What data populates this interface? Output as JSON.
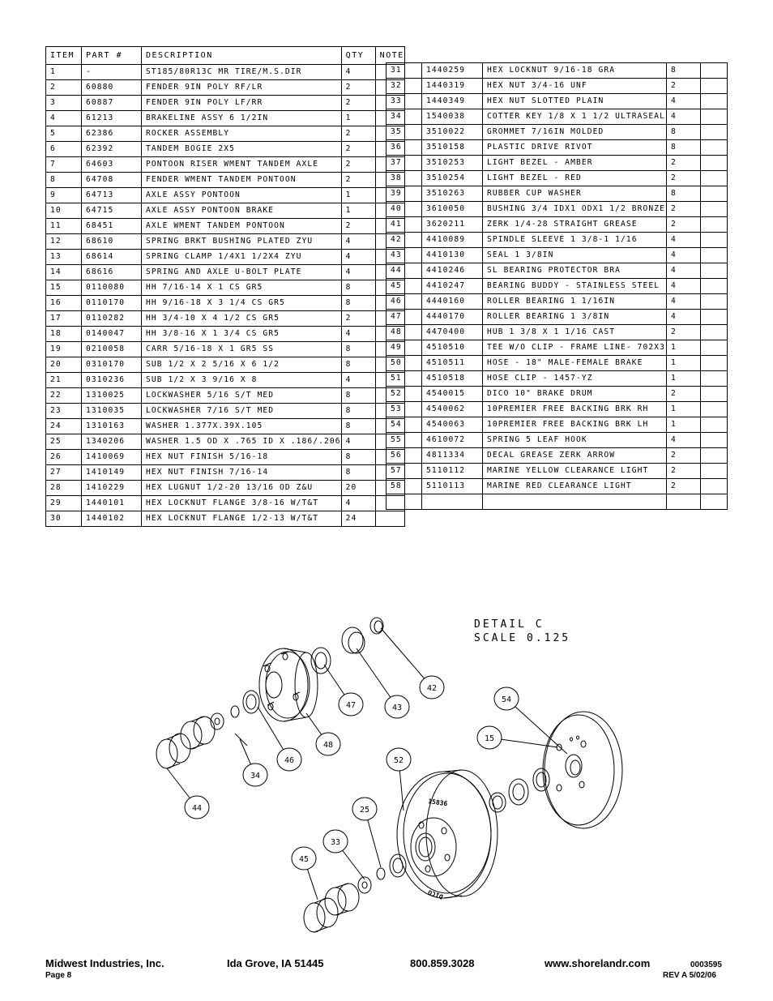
{
  "table": {
    "headers": {
      "item": "ITEM",
      "part": "PART #",
      "desc": "DESCRIPTION",
      "qty": "QTY",
      "note": "NOTE"
    },
    "left_rows": [
      {
        "item": "1",
        "part": "-",
        "desc": "ST185/80R13C MR TIRE/M.S.DIR",
        "qty": "4",
        "note": ""
      },
      {
        "item": "2",
        "part": "60880",
        "desc": "FENDER  9IN POLY RF/LR",
        "qty": "2",
        "note": ""
      },
      {
        "item": "3",
        "part": "60887",
        "desc": "FENDER  9IN POLY LF/RR",
        "qty": "2",
        "note": ""
      },
      {
        "item": "4",
        "part": "61213",
        "desc": "BRAKELINE ASSY  6 1/2IN",
        "qty": "1",
        "note": ""
      },
      {
        "item": "5",
        "part": "62386",
        "desc": "ROCKER ASSEMBLY",
        "qty": "2",
        "note": ""
      },
      {
        "item": "6",
        "part": "62392",
        "desc": "TANDEM BOGIE   2X5",
        "qty": "2",
        "note": ""
      },
      {
        "item": "7",
        "part": "64603",
        "desc": "PONTOON RISER WMENT TANDEM AXLE",
        "qty": "2",
        "note": ""
      },
      {
        "item": "8",
        "part": "64708",
        "desc": "FENDER WMENT TANDEM PONTOON",
        "qty": "2",
        "note": ""
      },
      {
        "item": "9",
        "part": "64713",
        "desc": "AXLE ASSY  PONTOON",
        "qty": "1",
        "note": ""
      },
      {
        "item": "10",
        "part": "64715",
        "desc": "AXLE ASSY  PONTOON BRAKE",
        "qty": "1",
        "note": ""
      },
      {
        "item": "11",
        "part": "68451",
        "desc": "AXLE WMENT   TANDEM PONTOON",
        "qty": "2",
        "note": ""
      },
      {
        "item": "12",
        "part": "68610",
        "desc": "SPRING BRKT BUSHING PLATED ZYU",
        "qty": "4",
        "note": ""
      },
      {
        "item": "13",
        "part": "68614",
        "desc": "SPRING CLAMP   1/4X1 1/2X4  ZYU",
        "qty": "4",
        "note": ""
      },
      {
        "item": "14",
        "part": "68616",
        "desc": "SPRING AND AXLE U-BOLT PLATE",
        "qty": "4",
        "note": ""
      },
      {
        "item": "15",
        "part": "0110080",
        "desc": "HH 7/16-14 X 1 CS GR5",
        "qty": "8",
        "note": ""
      },
      {
        "item": "16",
        "part": "0110170",
        "desc": "HH 9/16-18 X 3 1/4 CS GR5",
        "qty": "8",
        "note": ""
      },
      {
        "item": "17",
        "part": "0110282",
        "desc": "HH 3/4-10 X 4 1/2 CS GR5",
        "qty": "2",
        "note": ""
      },
      {
        "item": "18",
        "part": "0140047",
        "desc": "HH 3/8-16 X 1 3/4 CS GR5",
        "qty": "4",
        "note": ""
      },
      {
        "item": "19",
        "part": "0210058",
        "desc": "CARR 5/16-18 X 1 GR5 SS",
        "qty": "8",
        "note": ""
      },
      {
        "item": "20",
        "part": "0310170",
        "desc": "SUB 1/2 X 2 5/16 X 6 1/2",
        "qty": "8",
        "note": ""
      },
      {
        "item": "21",
        "part": "0310236",
        "desc": "SUB 1/2 X 3 9/16 X 8",
        "qty": "4",
        "note": ""
      },
      {
        "item": "22",
        "part": "1310025",
        "desc": "LOCKWASHER 5/16 S/T MED",
        "qty": "8",
        "note": ""
      },
      {
        "item": "23",
        "part": "1310035",
        "desc": "LOCKWASHER 7/16 S/T MED",
        "qty": "8",
        "note": ""
      },
      {
        "item": "24",
        "part": "1310163",
        "desc": "WASHER 1.377X.39X.105",
        "qty": "8",
        "note": ""
      },
      {
        "item": "25",
        "part": "1340206",
        "desc": "WASHER 1.5 OD X .765 ID X .186/.206",
        "qty": "4",
        "note": ""
      },
      {
        "item": "26",
        "part": "1410069",
        "desc": "HEX NUT FINISH 5/16-18",
        "qty": "8",
        "note": ""
      },
      {
        "item": "27",
        "part": "1410149",
        "desc": "HEX NUT FINISH 7/16-14",
        "qty": "8",
        "note": ""
      },
      {
        "item": "28",
        "part": "1410229",
        "desc": "HEX LUGNUT 1/2-20 13/16 OD Z&U",
        "qty": "20",
        "note": ""
      },
      {
        "item": "29",
        "part": "1440101",
        "desc": "HEX LOCKNUT FLANGE 3/8-16 W/T&T",
        "qty": "4",
        "note": ""
      },
      {
        "item": "30",
        "part": "1440102",
        "desc": "HEX LOCKNUT FLANGE 1/2-13 W/T&T",
        "qty": "24",
        "note": ""
      }
    ],
    "right_rows": [
      {
        "item": "31",
        "part": "1440259",
        "desc": "HEX LOCKNUT 9/16-18 GRA",
        "qty": "8",
        "note": ""
      },
      {
        "item": "32",
        "part": "1440319",
        "desc": "HEX NUT 3/4-16 UNF",
        "qty": "2",
        "note": ""
      },
      {
        "item": "33",
        "part": "1440349",
        "desc": "HEX NUT SLOTTED PLAIN",
        "qty": "4",
        "note": ""
      },
      {
        "item": "34",
        "part": "1540038",
        "desc": "COTTER KEY 1/8 X 1 1/2 ULTRASEAL",
        "qty": "4",
        "note": ""
      },
      {
        "item": "35",
        "part": "3510022",
        "desc": "GROMMET  7/16IN MOLDED",
        "qty": "8",
        "note": ""
      },
      {
        "item": "36",
        "part": "3510158",
        "desc": "PLASTIC DRIVE RIVOT",
        "qty": "8",
        "note": ""
      },
      {
        "item": "37",
        "part": "3510253",
        "desc": "LIGHT BEZEL - AMBER",
        "qty": "2",
        "note": ""
      },
      {
        "item": "38",
        "part": "3510254",
        "desc": "LIGHT BEZEL - RED",
        "qty": "2",
        "note": ""
      },
      {
        "item": "39",
        "part": "3510263",
        "desc": "RUBBER CUP WASHER",
        "qty": "8",
        "note": ""
      },
      {
        "item": "40",
        "part": "3610050",
        "desc": "BUSHING  3/4 IDX1 ODX1 1/2 BRONZE",
        "qty": "2",
        "note": ""
      },
      {
        "item": "41",
        "part": "3620211",
        "desc": "ZERK  1/4-28 STRAIGHT GREASE",
        "qty": "2",
        "note": ""
      },
      {
        "item": "42",
        "part": "4410089",
        "desc": "SPINDLE SLEEVE  1 3/8-1 1/16",
        "qty": "4",
        "note": ""
      },
      {
        "item": "43",
        "part": "4410130",
        "desc": "SEAL  1 3/8IN",
        "qty": "4",
        "note": ""
      },
      {
        "item": "44",
        "part": "4410246",
        "desc": "SL BEARING PROTECTOR BRA",
        "qty": "4",
        "note": ""
      },
      {
        "item": "45",
        "part": "4410247",
        "desc": "BEARING BUDDY - STAINLESS STEEL",
        "qty": "4",
        "note": ""
      },
      {
        "item": "46",
        "part": "4440160",
        "desc": "ROLLER BEARING   1 1/16IN",
        "qty": "4",
        "note": ""
      },
      {
        "item": "47",
        "part": "4440170",
        "desc": "ROLLER BEARING   1 3/8IN",
        "qty": "4",
        "note": ""
      },
      {
        "item": "48",
        "part": "4470400",
        "desc": "HUB   1 3/8 X 1 1/16 CAST",
        "qty": "2",
        "note": ""
      },
      {
        "item": "49",
        "part": "4510510",
        "desc": "TEE W/O CLIP - FRAME LINE- 702X3",
        "qty": "1",
        "note": ""
      },
      {
        "item": "50",
        "part": "4510511",
        "desc": "HOSE - 18\" MALE-FEMALE BRAKE",
        "qty": "1",
        "note": ""
      },
      {
        "item": "51",
        "part": "4510518",
        "desc": "HOSE CLIP - 1457-YZ",
        "qty": "1",
        "note": ""
      },
      {
        "item": "52",
        "part": "4540015",
        "desc": "DICO 10\" BRAKE DRUM",
        "qty": "2",
        "note": ""
      },
      {
        "item": "53",
        "part": "4540062",
        "desc": "10PREMIER FREE BACKING BRK RH",
        "qty": "1",
        "note": ""
      },
      {
        "item": "54",
        "part": "4540063",
        "desc": "10PREMIER FREE BACKING BRK LH",
        "qty": "1",
        "note": ""
      },
      {
        "item": "55",
        "part": "4610072",
        "desc": "SPRING  5 LEAF HOOK",
        "qty": "4",
        "note": ""
      },
      {
        "item": "56",
        "part": "4811334",
        "desc": "DECAL GREASE ZERK ARROW",
        "qty": "2",
        "note": ""
      },
      {
        "item": "57",
        "part": "5110112",
        "desc": "MARINE YELLOW CLEARANCE LIGHT",
        "qty": "2",
        "note": ""
      },
      {
        "item": "58",
        "part": "5110113",
        "desc": "MARINE RED CLEARANCE LIGHT",
        "qty": "2",
        "note": ""
      },
      {
        "item": "",
        "part": "",
        "desc": "",
        "qty": "",
        "note": ""
      }
    ]
  },
  "diagram": {
    "detail_title": "DETAIL  C",
    "detail_scale": "SCALE  0.125",
    "drum_marks": [
      "15836",
      "DICO"
    ],
    "callouts": [
      "42",
      "43",
      "47",
      "48",
      "46",
      "34",
      "44",
      "52",
      "25",
      "33",
      "45",
      "54",
      "15"
    ]
  },
  "footer": {
    "company": "Midwest Industries, Inc.",
    "city": "Ida Grove, IA  51445",
    "phone": "800.859.3028",
    "website": "www.shorelandr.com",
    "doc_number": "0003595",
    "page": "Page 8",
    "revision": "REV A  5/02/06"
  }
}
